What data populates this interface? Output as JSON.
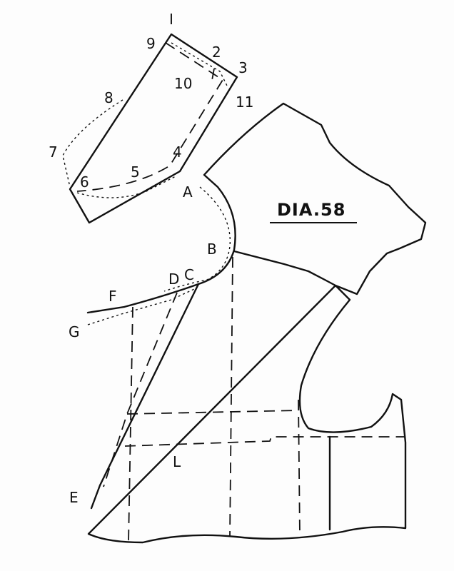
{
  "diagram": {
    "title": "DIA.58",
    "labels": {
      "p1": "I",
      "p2": "2",
      "p3": "3",
      "p4": "4",
      "p5": "5",
      "p6": "6",
      "p7": "7",
      "p8": "8",
      "p9": "9",
      "p10": "10",
      "p11": "11",
      "A": "A",
      "B": "B",
      "C": "C",
      "D": "D",
      "E": "E",
      "F": "F",
      "G": "G",
      "L": "L"
    }
  }
}
